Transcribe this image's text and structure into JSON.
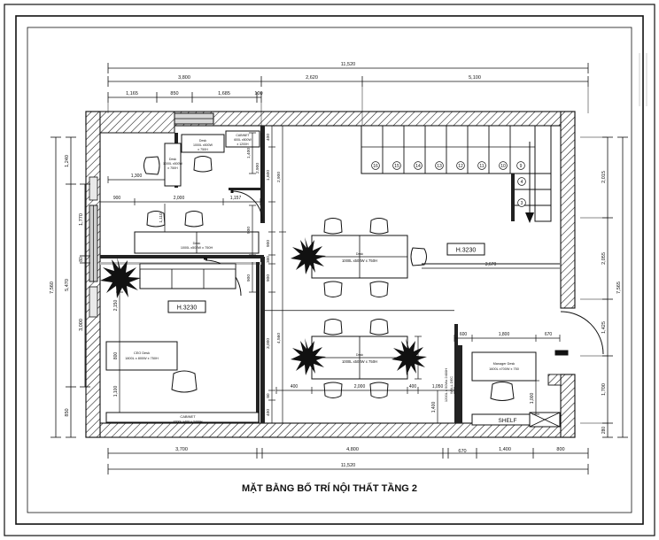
{
  "drawing": {
    "title": "MẶT BẰNG BỐ TRÍ NỘI THẤT TẦNG 2",
    "type": "architectural-floor-plan",
    "sheet_border_color": "#000000",
    "line_color": "#111111",
    "background": "#ffffff"
  },
  "dimensions": {
    "top_overall": "11,520",
    "top_primary": [
      "3,800",
      "2,620",
      "5,100"
    ],
    "top_secondary": [
      "1,165",
      "850",
      "1,685",
      "100"
    ],
    "bottom_overall": "11,520",
    "bottom_chain": [
      "3,700",
      "4,800",
      "670",
      "1,400",
      "800"
    ],
    "left_overall": "7,560",
    "left_chain": [
      "1,240",
      "5,470",
      "850"
    ],
    "left_inner": [
      "1,770",
      "3,000"
    ],
    "left_small": "80",
    "right_overall": "7,565",
    "right_chain": [
      "2,015",
      "2,055",
      "1,425",
      "1,700",
      "280"
    ],
    "interior": {
      "d1300": "1,300",
      "d900_a": "900",
      "d2000_a": "2,000",
      "d1157": "1,157",
      "d1110": "1,110",
      "d2150": "2,150",
      "d800_ceo": "800",
      "d1100": "1,100",
      "d3670": "3,670",
      "d400_left": "400",
      "d2000_b": "2,000",
      "d400_right": "400",
      "d1050": "1,050",
      "d1000_v": "1,000",
      "d1400_v": "1,400",
      "d600_mgr": "600",
      "d1800_mgr": "1,800",
      "d670_mgr": "670",
      "d1000_mgr": "1,000",
      "mid_400_top": "400",
      "mid_1600": "1,600",
      "mid_2900": "2,900",
      "mid_900_a": "900",
      "mid_300": "300",
      "mid_900_b": "900",
      "mid_3000": "3,000",
      "mid_4560": "4,560",
      "mid_80": "80",
      "mid_400_bot": "400",
      "left_1400": "1,400",
      "left_2900": "2,900",
      "left_900_a": "900",
      "left_900_b": "900"
    }
  },
  "furniture": [
    {
      "id": "desk-tl-1",
      "label_lines": [
        "Desk",
        "1000L x500W",
        "x 750H"
      ]
    },
    {
      "id": "desk-tl-2",
      "label_lines": [
        "Desk",
        "1000L x500W",
        "x 750H"
      ]
    },
    {
      "id": "cabinet-top",
      "label_lines": [
        "CABINET",
        "600L x500W",
        "x 1200H"
      ]
    },
    {
      "id": "desk-mid-left",
      "label_lines": [
        "Desk",
        "1000L x500W x 750H"
      ]
    },
    {
      "id": "ceo-desk",
      "label_lines": [
        "CEO Desk",
        "1800L x 800W x 750H"
      ]
    },
    {
      "id": "cabinet-bottom",
      "label_lines": [
        "CABINET",
        "3700L x400 x 2400H"
      ]
    },
    {
      "id": "desk-cluster-upper",
      "label_lines": [
        "Desk",
        "1000L x500W x 750H"
      ]
    },
    {
      "id": "desk-cluster-lower",
      "label_lines": [
        "Desk",
        "1000L x500W x 750H"
      ]
    },
    {
      "id": "manager-desk",
      "label_lines": [
        "Manager Desk",
        "1600L x700W x 750"
      ]
    },
    {
      "id": "wall-dec",
      "label_lines": [
        "WALL DEC",
        "1200L x 50Wx 2400H"
      ]
    },
    {
      "id": "shelf",
      "label_lines": [
        "SHELF"
      ]
    }
  ],
  "room_tags": [
    {
      "id": "h-tag-left",
      "label": "H.3230"
    },
    {
      "id": "h-tag-right",
      "label": "H.3230"
    }
  ],
  "stair_treads": [
    "16",
    "15",
    "14",
    "13",
    "12",
    "11",
    "10",
    "9",
    "4",
    "3"
  ]
}
